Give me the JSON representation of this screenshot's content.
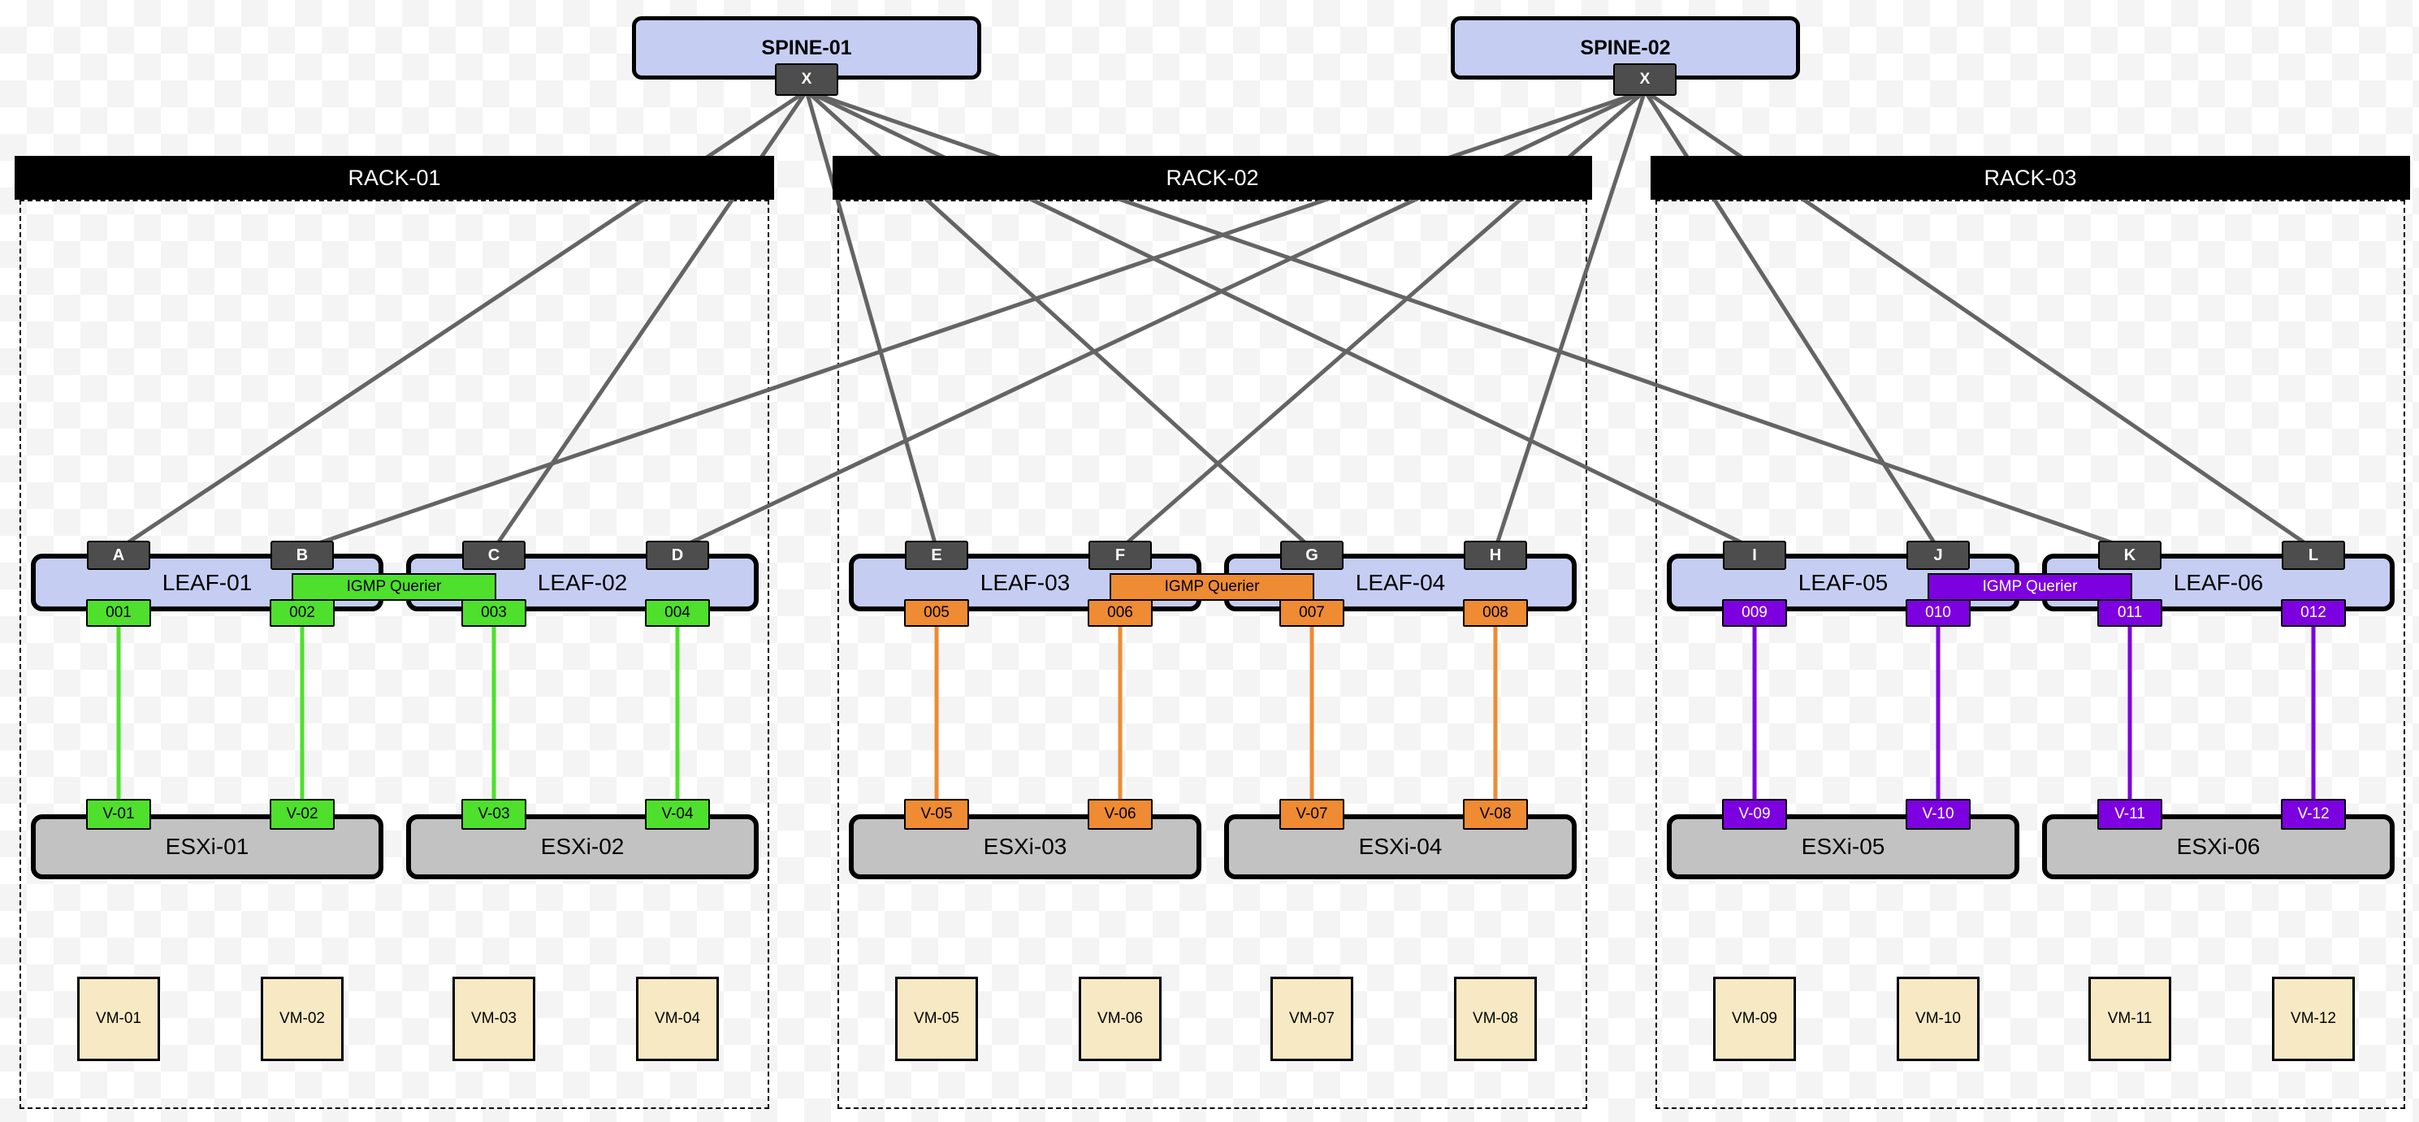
{
  "spines": [
    {
      "label": "SPINE-01",
      "port_label": "X"
    },
    {
      "label": "SPINE-02",
      "port_label": "X"
    }
  ],
  "racks": [
    {
      "label": "RACK-01",
      "accent": "#4ee02c",
      "port_text": "#000000",
      "igmp": {
        "label": "IGMP Querier"
      },
      "leaves": [
        {
          "label": "LEAF-01",
          "uplinks": [
            "A",
            "B"
          ],
          "access": [
            "001",
            "002"
          ]
        },
        {
          "label": "LEAF-02",
          "uplinks": [
            "C",
            "D"
          ],
          "access": [
            "003",
            "004"
          ]
        }
      ],
      "hosts": [
        {
          "label": "ESXi-01",
          "vnics": [
            "V-01",
            "V-02"
          ]
        },
        {
          "label": "ESXi-02",
          "vnics": [
            "V-03",
            "V-04"
          ]
        }
      ],
      "vms": [
        "VM-01",
        "VM-02",
        "VM-03",
        "VM-04"
      ]
    },
    {
      "label": "RACK-02",
      "accent": "#ee8b33",
      "port_text": "#000000",
      "igmp": {
        "label": "IGMP Querier"
      },
      "leaves": [
        {
          "label": "LEAF-03",
          "uplinks": [
            "E",
            "F"
          ],
          "access": [
            "005",
            "006"
          ]
        },
        {
          "label": "LEAF-04",
          "uplinks": [
            "G",
            "H"
          ],
          "access": [
            "007",
            "008"
          ]
        }
      ],
      "hosts": [
        {
          "label": "ESXi-03",
          "vnics": [
            "V-05",
            "V-06"
          ]
        },
        {
          "label": "ESXi-04",
          "vnics": [
            "V-07",
            "V-08"
          ]
        }
      ],
      "vms": [
        "VM-05",
        "VM-06",
        "VM-07",
        "VM-08"
      ]
    },
    {
      "label": "RACK-03",
      "accent": "#7d00e0",
      "port_text": "#ffffff",
      "igmp": {
        "label": "IGMP Querier"
      },
      "leaves": [
        {
          "label": "LEAF-05",
          "uplinks": [
            "I",
            "J"
          ],
          "access": [
            "009",
            "010"
          ]
        },
        {
          "label": "LEAF-06",
          "uplinks": [
            "K",
            "L"
          ],
          "access": [
            "011",
            "012"
          ]
        }
      ],
      "hosts": [
        {
          "label": "ESXi-05",
          "vnics": [
            "V-09",
            "V-10"
          ]
        },
        {
          "label": "ESXi-06",
          "vnics": [
            "V-11",
            "V-12"
          ]
        }
      ],
      "vms": [
        "VM-09",
        "VM-10",
        "VM-11",
        "VM-12"
      ]
    }
  ],
  "topology": {
    "spine1_uplinks": [
      "A",
      "C",
      "E",
      "G",
      "I",
      "K"
    ],
    "spine2_uplinks": [
      "B",
      "D",
      "F",
      "H",
      "J",
      "L"
    ]
  },
  "colors": {
    "node_fill": "#c5cef2",
    "host_fill": "#c2c2c2",
    "uplink_port_fill": "#4d4d4d",
    "vm_fill": "#f7e9c3",
    "edge": "#646464",
    "rack_header_bg": "#000000",
    "rack_header_text": "#ffffff"
  }
}
